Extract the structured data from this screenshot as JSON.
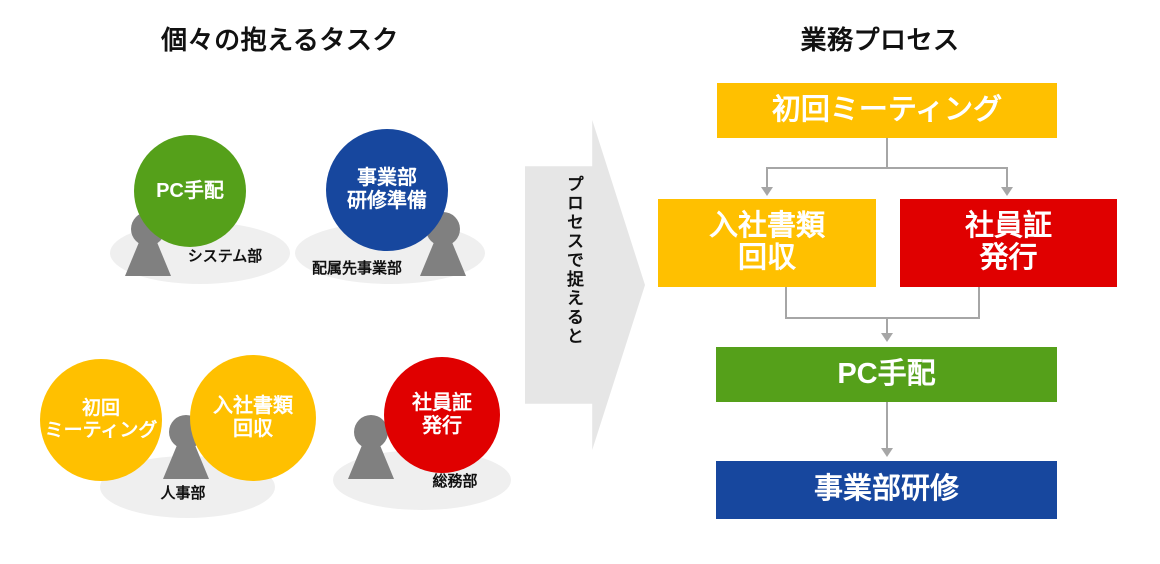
{
  "titles": {
    "left": "個々の抱えるタスク",
    "right": "業務プロセス"
  },
  "transition": {
    "label": "プロセスで捉えると"
  },
  "clusters": [
    {
      "dept": "システム部",
      "tasks": [
        {
          "text": "PC手配",
          "color": "#55A01A"
        }
      ]
    },
    {
      "dept": "配属先事業部",
      "tasks": [
        {
          "text": "事業部\n研修準備",
          "color": "#17479E"
        }
      ]
    },
    {
      "dept": "人事部",
      "tasks": [
        {
          "text": "初回\nミーティング",
          "color": "#FFC000"
        },
        {
          "text": "入社書類\n回収",
          "color": "#FFC000"
        }
      ]
    },
    {
      "dept": "総務部",
      "tasks": [
        {
          "text": "社員証\n発行",
          "color": "#E00000"
        }
      ]
    }
  ],
  "process": {
    "steps": [
      {
        "id": "step-1",
        "text": "初回ミーティング",
        "color": "#FFC000"
      },
      {
        "id": "step-2",
        "text": "入社書類\n回収",
        "color": "#FFC000"
      },
      {
        "id": "step-3",
        "text": "社員証\n発行",
        "color": "#E00000"
      },
      {
        "id": "step-4",
        "text": "PC手配",
        "color": "#55A01A"
      },
      {
        "id": "step-5",
        "text": "事業部研修",
        "color": "#17479E"
      }
    ]
  },
  "colors": {
    "yellow": "#FFC000",
    "red": "#E00000",
    "green": "#55A01A",
    "blue": "#17479E",
    "gray_arrow": "#E6E6E6",
    "connector": "#A6A6A6",
    "ellipse": "#EFEFEF",
    "person": "#808080"
  }
}
